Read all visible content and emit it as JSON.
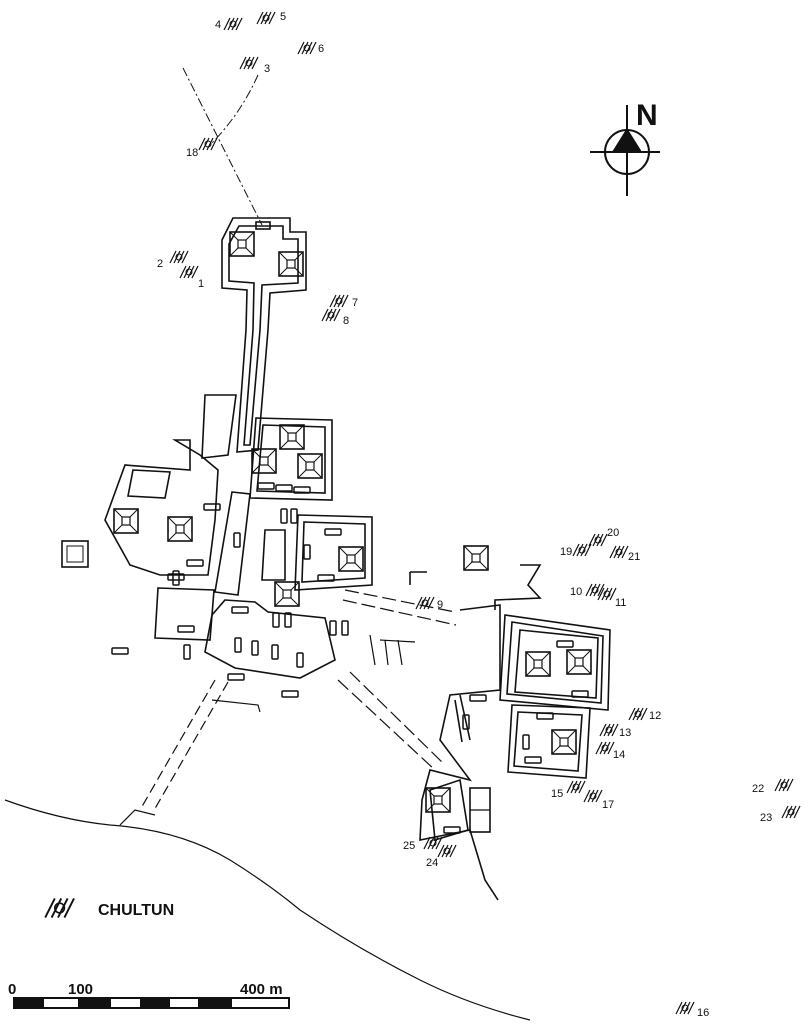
{
  "map": {
    "north_label": "N",
    "legend": {
      "label": "CHULTUN",
      "symbol": "chultun-symbol"
    },
    "scale": {
      "labels": [
        "0",
        "100",
        "400 m"
      ]
    },
    "chultun_labels": [
      "1",
      "2",
      "3",
      "4",
      "5",
      "6",
      "7",
      "8",
      "9",
      "10",
      "11",
      "12",
      "13",
      "14",
      "15",
      "16",
      "17",
      "18",
      "19",
      "20",
      "21",
      "22",
      "23",
      "24",
      "25"
    ],
    "colors": {
      "ink": "#111111",
      "paper": "#ffffff"
    }
  }
}
